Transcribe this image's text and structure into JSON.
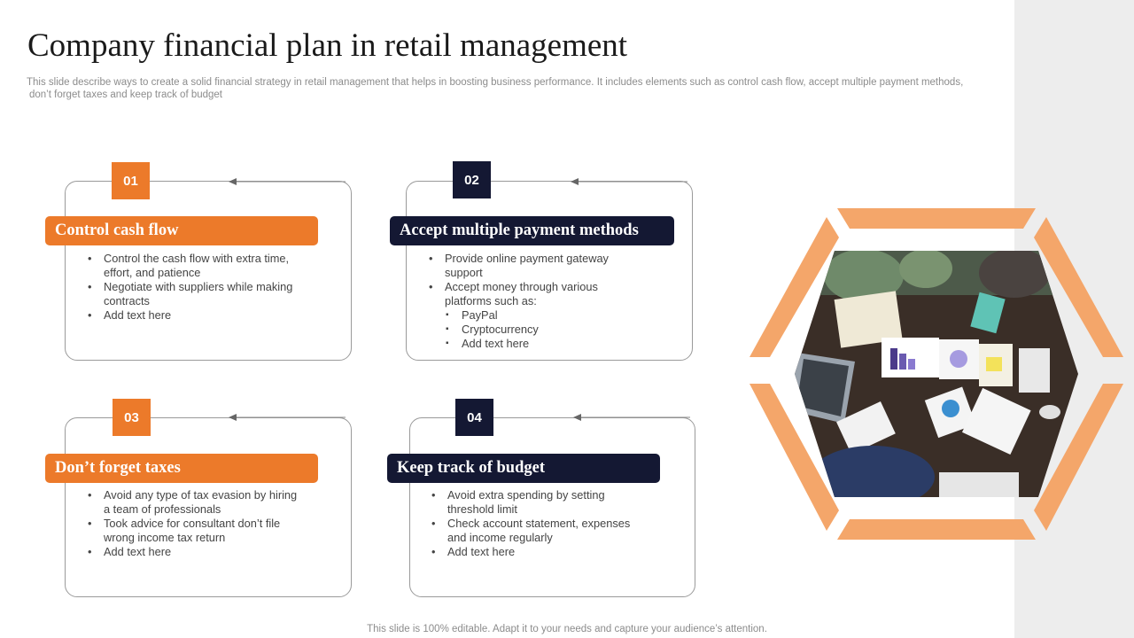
{
  "title": "Company financial plan in retail management",
  "subtitle": {
    "line1": "This slide describe ways to create a solid financial strategy in retail management that helps in boosting business performance. It includes elements such as control cash flow, accept multiple payment methods,",
    "line2": "don’t forget taxes and keep track of budget"
  },
  "cards": [
    {
      "number": "01",
      "heading": "Control cash flow",
      "color": "#ec7a2a",
      "bullets": [
        {
          "lines": [
            "Control the cash flow with extra time,",
            "effort, and patience"
          ]
        },
        {
          "lines": [
            "Negotiate with suppliers while making",
            "contracts"
          ]
        },
        {
          "lines": [
            "Add text here"
          ]
        }
      ]
    },
    {
      "number": "02",
      "heading": "Accept multiple payment methods",
      "color": "#141833",
      "bullets": [
        {
          "lines": [
            "Provide online payment gateway",
            "support"
          ]
        },
        {
          "lines": [
            "Accept money through various",
            "platforms such as:"
          ]
        }
      ],
      "sub_bullets": [
        "PayPal",
        "Cryptocurrency",
        "Add text here"
      ]
    },
    {
      "number": "03",
      "heading": "Don’t forget taxes",
      "color": "#ec7a2a",
      "bullets": [
        {
          "lines": [
            "Avoid any type of tax evasion  by hiring",
            "a team of professionals"
          ]
        },
        {
          "lines": [
            "Took advice for consultant don’t file",
            "wrong income tax return"
          ]
        },
        {
          "lines": [
            "Add text here"
          ]
        }
      ]
    },
    {
      "number": "04",
      "heading": "Keep track of budget",
      "color": "#141833",
      "bullets": [
        {
          "lines": [
            "Avoid extra spending by setting",
            "threshold limit"
          ]
        },
        {
          "lines": [
            "Check account statement, expenses",
            "and income regularly"
          ]
        },
        {
          "lines": [
            "Add text here"
          ]
        }
      ]
    }
  ],
  "image": {
    "icon": "team-meeting-photo",
    "frame_color": "#f4a66a"
  },
  "footer": "This slide is 100% editable. Adapt it to your needs and capture your audience’s attention."
}
